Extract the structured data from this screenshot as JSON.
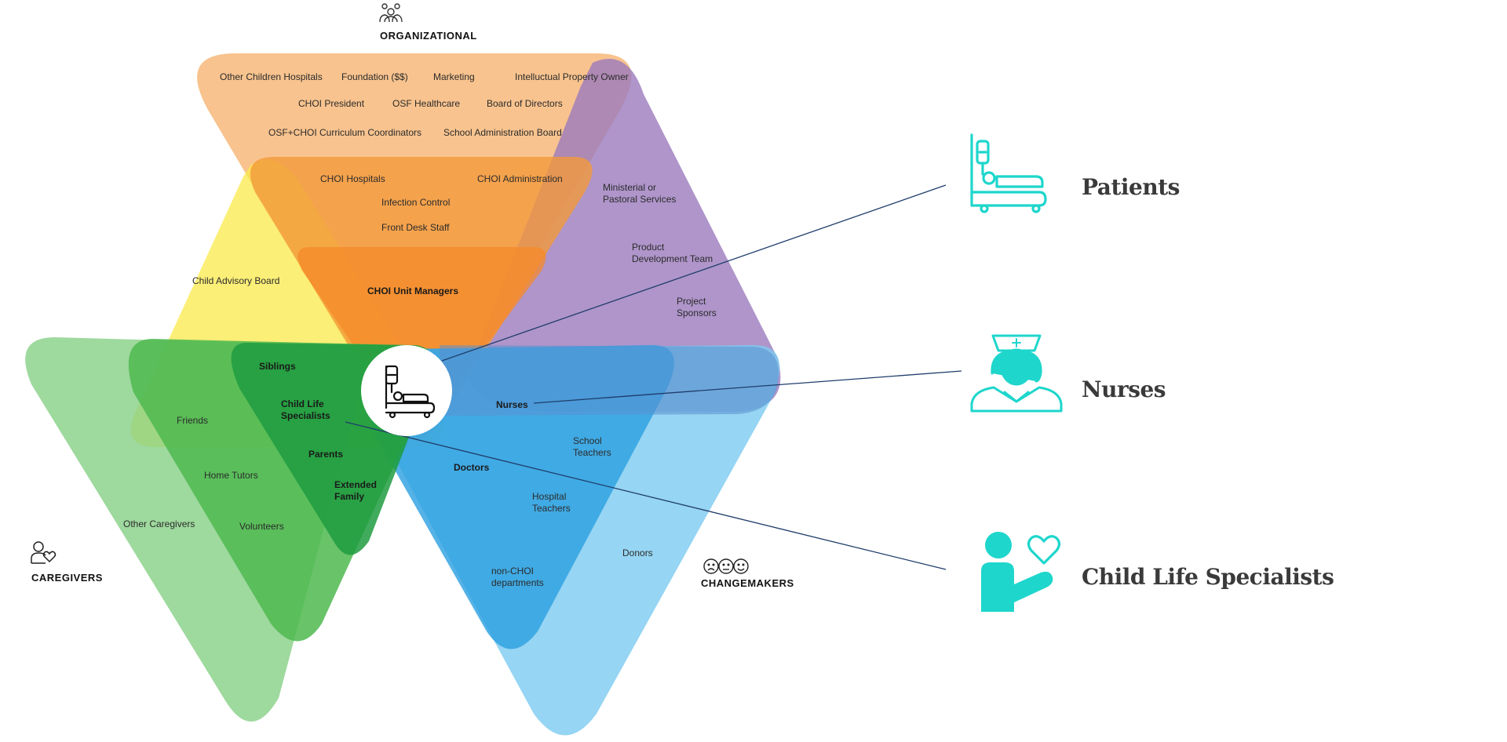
{
  "groups": {
    "organizational": "ORGANIZATIONAL",
    "caregivers": "CAREGIVERS",
    "changemakers": "CHANGEMAKERS"
  },
  "stakeholders": {
    "patients": "Patients",
    "nurses": "Nurses",
    "child_life": "Child Life Specialists"
  },
  "labels": {
    "other_children_hospitals": "Other Children Hospitals",
    "foundation": "Foundation ($$)",
    "marketing": "Marketing",
    "ip_owner": "Intelluctual Property Owner",
    "choi_president": "CHOI President",
    "osf_healthcare": "OSF Healthcare",
    "board_of_directors": "Board of Directors",
    "curriculum_coordinators": "OSF+CHOI Curriculum Coordinators",
    "school_admin_board": "School Administration Board",
    "choi_hospitals": "CHOI Hospitals",
    "choi_administration": "CHOI Administration",
    "infection_control": "Infection Control",
    "front_desk_staff": "Front Desk Staff",
    "ministerial": "Ministerial or\nPastoral Services",
    "product_dev": "Product\nDevelopment Team",
    "project_sponsors": "Project\nSponsors",
    "child_advisory_board": "Child Advisory Board",
    "choi_unit_managers": "CHOI Unit Managers",
    "siblings": "Siblings",
    "child_life_specialists": "Child Life\nSpecialists",
    "friends": "Friends",
    "parents": "Parents",
    "home_tutors": "Home Tutors",
    "extended_family": "Extended\nFamily",
    "other_caregivers": "Other Caregivers",
    "volunteers": "Volunteers",
    "nurses": "Nurses",
    "school_teachers": "School\nTeachers",
    "doctors": "Doctors",
    "hospital_teachers": "Hospital\nTeachers",
    "donors": "Donors",
    "non_choi": "non-CHOI\ndepartments"
  },
  "icons": {
    "organizational": "people-network-icon",
    "caregivers": "person-heart-icon",
    "changemakers": "faces-icon",
    "center": "hospital-bed-icon",
    "patients": "hospital-bed-icon",
    "nurses": "nurse-icon",
    "child_life": "person-heart-icon"
  },
  "colors": {
    "organizational_outer": "#f7b97a",
    "organizational_inner": "#f5a04a",
    "purple": "#9b7bbd",
    "yellow": "#fbe94a",
    "green_outer": "#86cf86",
    "green_mid": "#4db94f",
    "green_inner": "#1e9c40",
    "blue_outer": "#7ccaf0",
    "blue_inner": "#2a9fe0",
    "accent": "#1ed6cc",
    "connector": "#1f3d6b"
  }
}
